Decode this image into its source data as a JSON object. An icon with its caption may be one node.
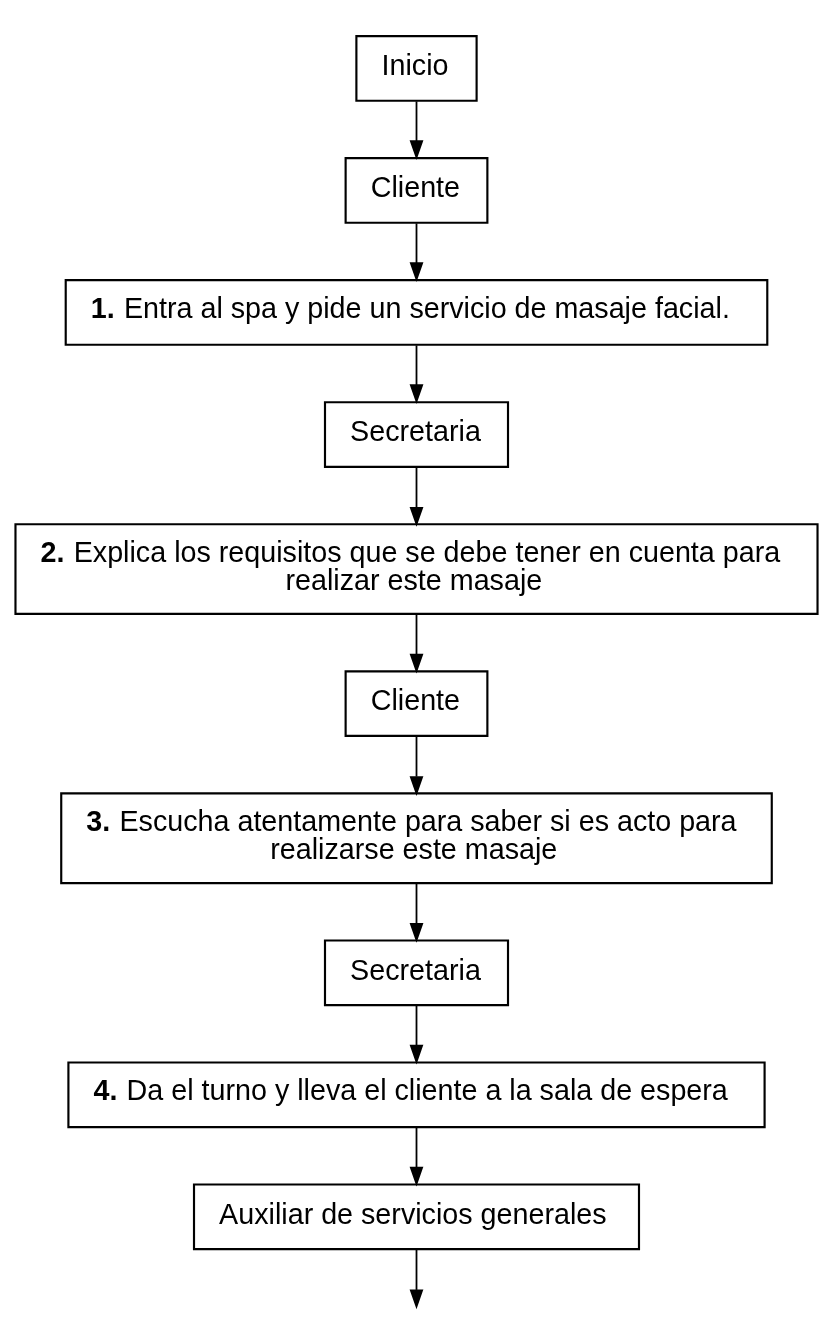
{
  "diagram": {
    "nodes": [
      {
        "text": [
          "Inicio"
        ]
      },
      {
        "text": [
          "Cliente"
        ]
      },
      {
        "text": [
          "**1.** Entra al spa y pide un servicio de masaje facial."
        ]
      },
      {
        "text": [
          "Secretaria"
        ]
      },
      {
        "text": [
          "**2.** Explica los requisitos que se debe tener en cuenta para realizar este masaje"
        ]
      },
      {
        "text": [
          "Cliente"
        ]
      },
      {
        "text": [
          "**3.** Escucha atentamente para saber si es acto para realizarse este masaje"
        ]
      },
      {
        "text": [
          "Secretaria"
        ]
      },
      {
        "text": [
          "**4.** Da el turno y lleva el cliente a la sala de espera"
        ]
      },
      {
        "text": [
          "Auxiliar de servicios generales"
        ]
      }
    ],
    "edges": [
      {
        "from": 0,
        "to": 1,
        "arrow": "to"
      },
      {
        "from": 1,
        "to": 2,
        "arrow": "to"
      },
      {
        "from": 2,
        "to": 3,
        "arrow": "to"
      },
      {
        "from": 3,
        "to": 4,
        "arrow": "to"
      },
      {
        "from": 4,
        "to": 5,
        "arrow": "to"
      },
      {
        "from": 5,
        "to": 6,
        "arrow": "to"
      },
      {
        "from": 6,
        "to": 7,
        "arrow": "to"
      },
      {
        "from": 7,
        "to": 8,
        "arrow": "to"
      },
      {
        "from": 8,
        "to": 9,
        "arrow": "to"
      },
      {
        "from": 9,
        "to": null,
        "arrow": "to"
      }
    ]
  }
}
